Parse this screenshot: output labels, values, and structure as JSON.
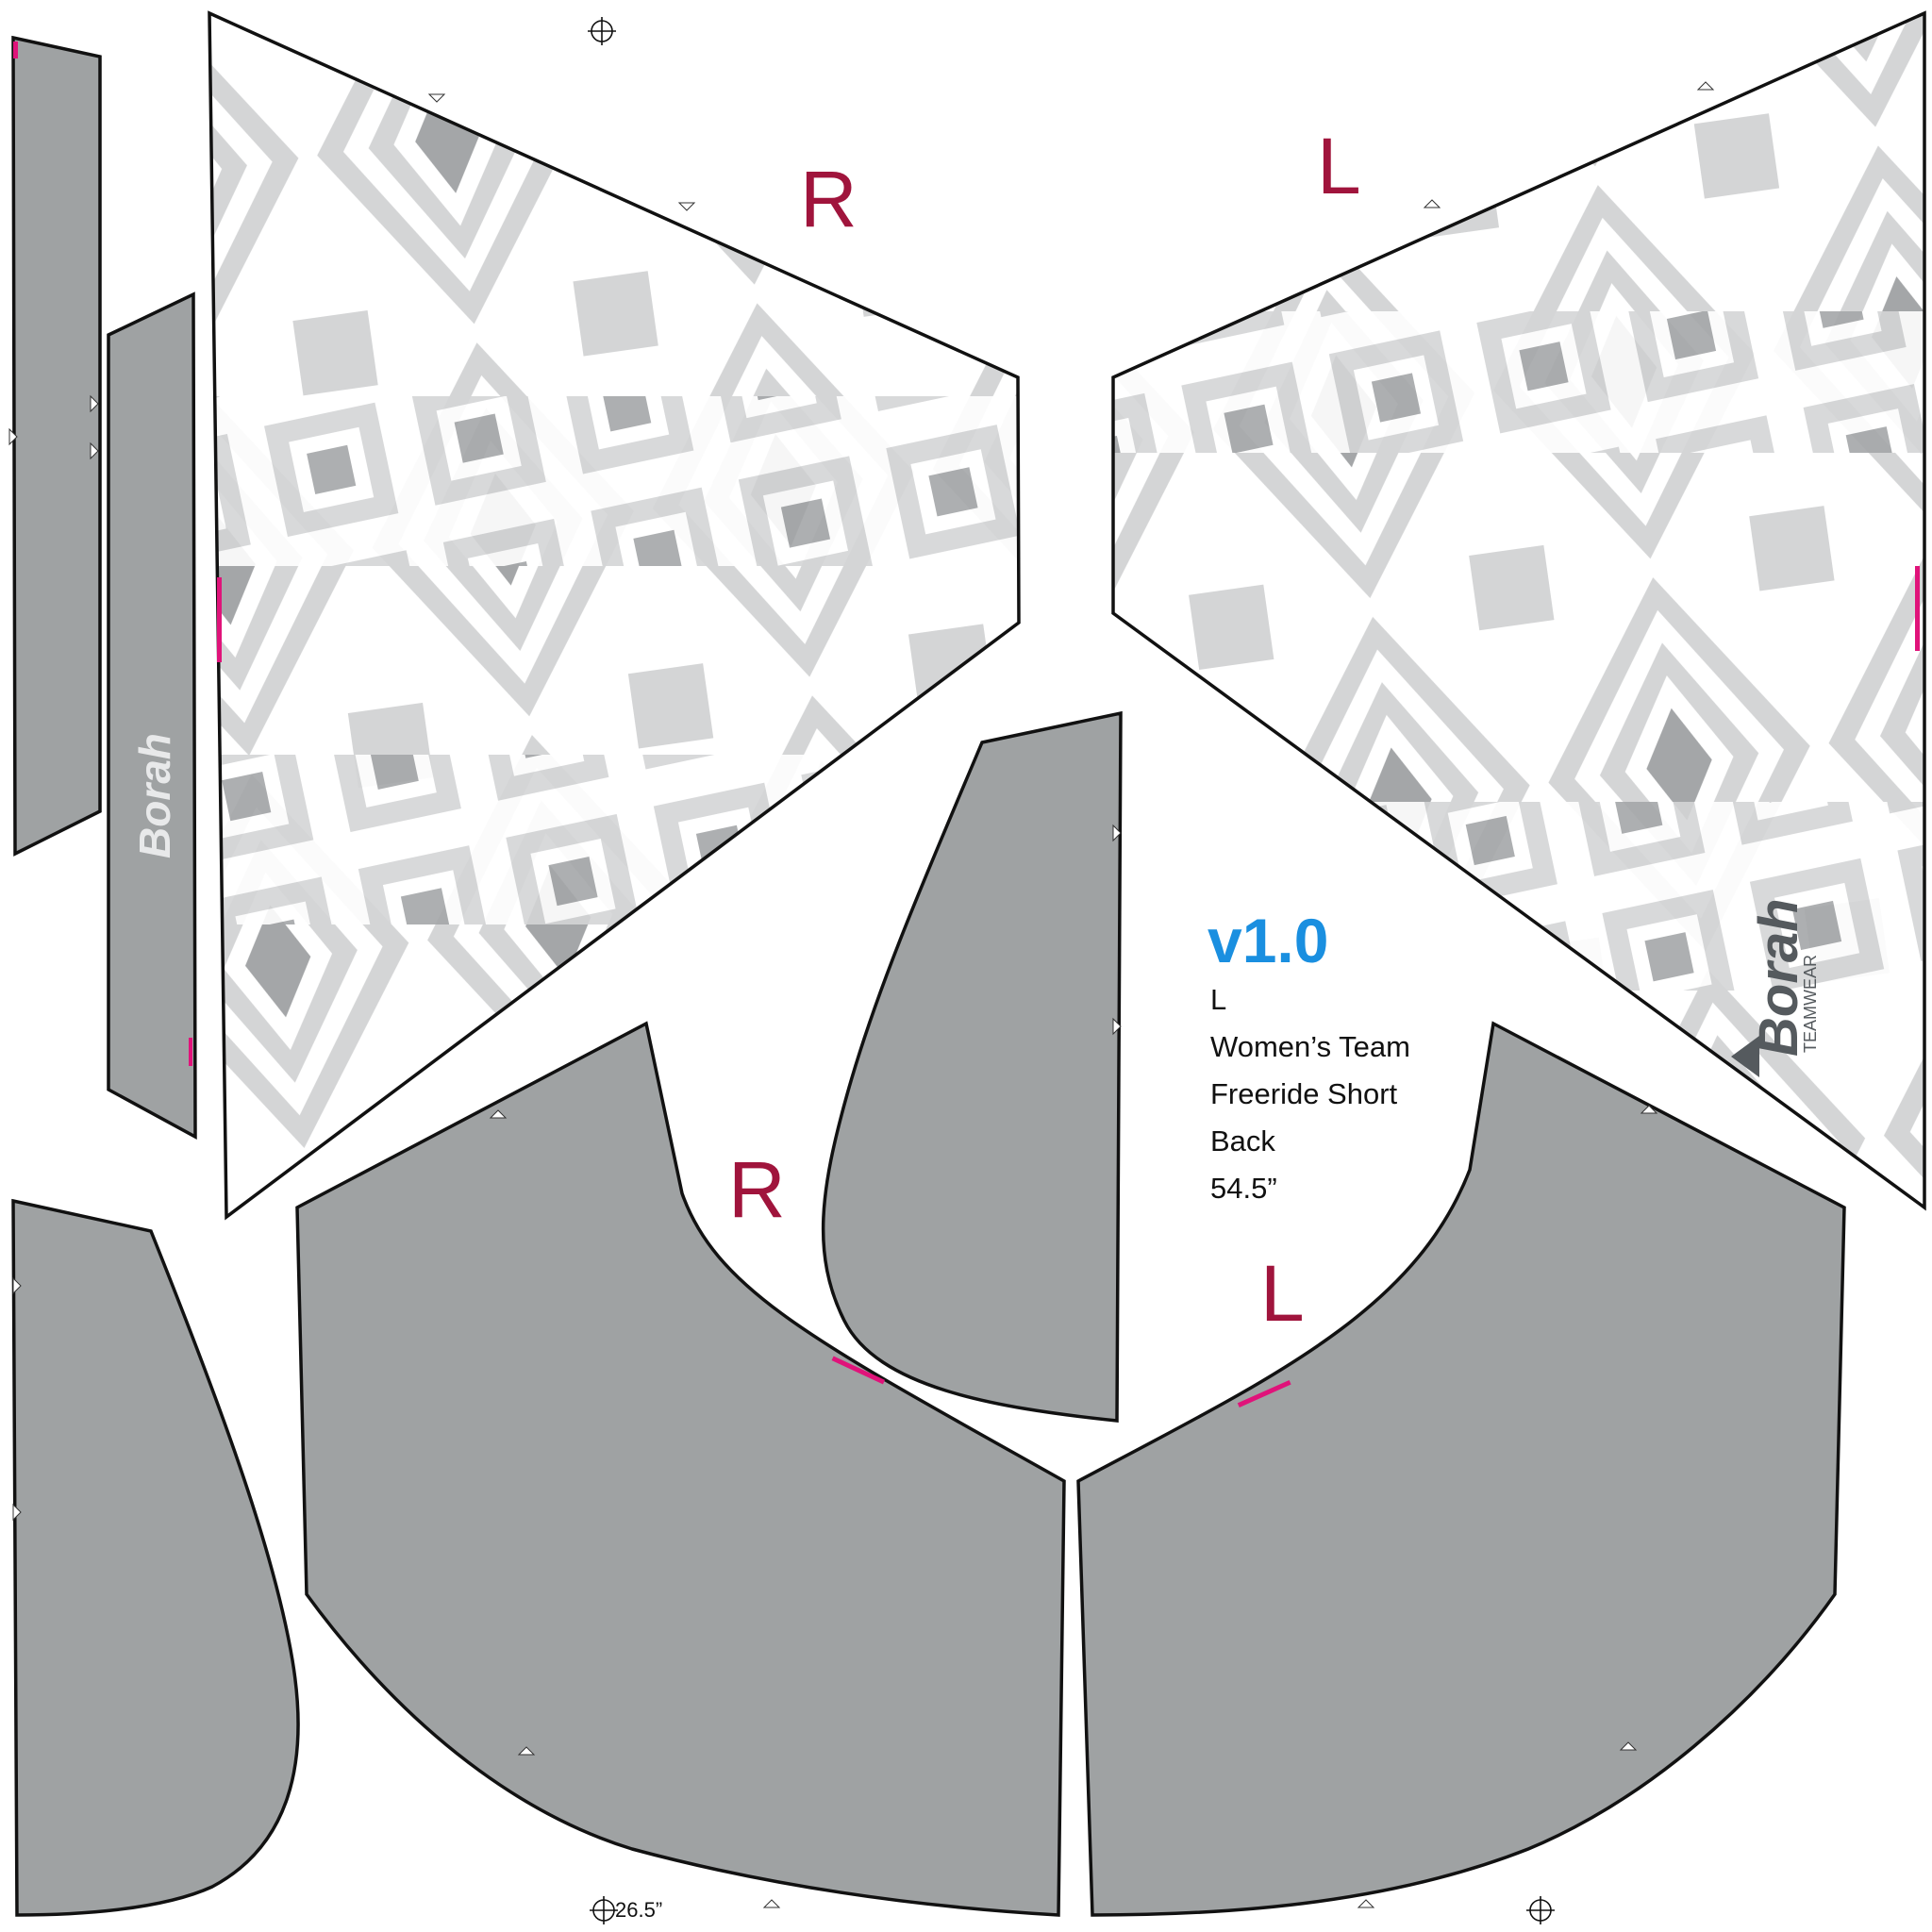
{
  "pieces": {
    "top_right_panel": {
      "side_label": "R"
    },
    "top_left_panel": {
      "side_label": "L"
    },
    "bottom_right_panel": {
      "side_label": "R"
    },
    "bottom_left_panel": {
      "side_label": "L"
    }
  },
  "info_block": {
    "version": "v1.0",
    "size": "L",
    "line1": "Women’s Team",
    "line2": "Freeride Short",
    "line3": "Back",
    "length": "54.5”"
  },
  "measurements": {
    "width": "26.5”"
  },
  "logo": {
    "brand": "Borah",
    "sub": "TEAMWEAR"
  },
  "colors": {
    "panel_gray": "#9fa2a3",
    "pattern_light": "#d4d5d6",
    "pattern_mid": "#a4a6a8",
    "side_label": "#a0143c",
    "version": "#1a8fe0",
    "seam_marks": "#e0137a"
  },
  "icons": [
    "registration-mark-icon",
    "notch-icon"
  ]
}
